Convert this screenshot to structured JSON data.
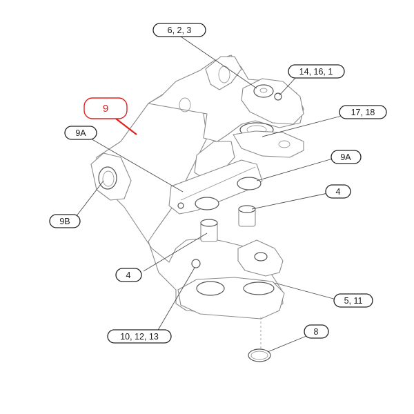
{
  "accent_color": "#e02020",
  "callouts": [
    {
      "id": "c1",
      "text": "6, 2, 3"
    },
    {
      "id": "c2",
      "text": "14, 16, 1"
    },
    {
      "id": "c3",
      "text": "9"
    },
    {
      "id": "c4",
      "text": "17, 18"
    },
    {
      "id": "c5",
      "text": "9A"
    },
    {
      "id": "c6",
      "text": "9A"
    },
    {
      "id": "c7",
      "text": "4"
    },
    {
      "id": "c8",
      "text": "9B"
    },
    {
      "id": "c9",
      "text": "4"
    },
    {
      "id": "c10",
      "text": "5, 11"
    },
    {
      "id": "c11",
      "text": "10, 12, 13"
    },
    {
      "id": "c12",
      "text": "8"
    }
  ]
}
